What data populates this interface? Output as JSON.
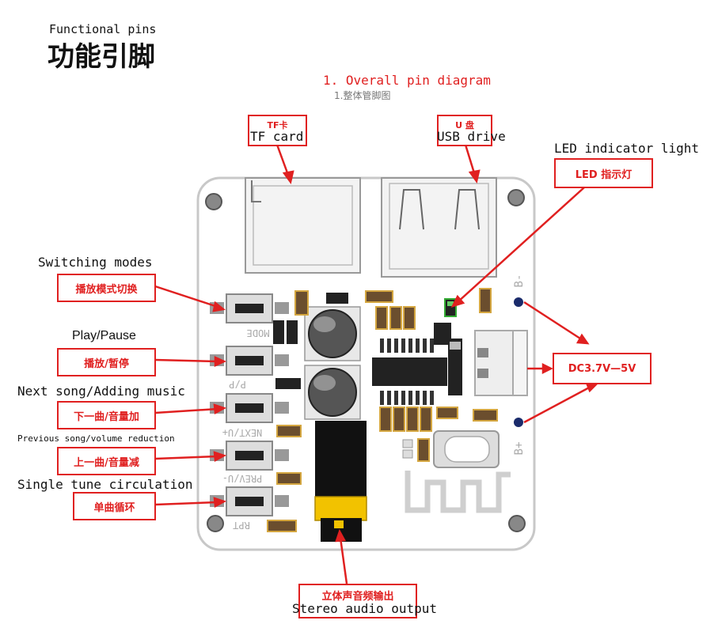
{
  "header": {
    "title_en": "Functional pins",
    "title_cn": "功能引脚"
  },
  "section": {
    "title_en": "1. Overall pin diagram",
    "title_cn": "1.整体管脚图"
  },
  "labels": {
    "tf": {
      "cn": "TF卡",
      "en": "TF card"
    },
    "usb": {
      "cn": "U 盘",
      "en": "USB drive"
    },
    "led": {
      "cn": "LED 指示灯",
      "en": "LED indicator light"
    },
    "mode": {
      "cn": "播放模式切换",
      "en": "Switching modes"
    },
    "play": {
      "cn": "播放/暂停",
      "en": "Play/Pause"
    },
    "next": {
      "cn": "下一曲/音量加",
      "en": "Next song/Adding music"
    },
    "prev": {
      "cn": "上一曲/音量减",
      "en": "Previous song/volume reduction"
    },
    "rpt": {
      "cn": "单曲循环",
      "en": "Single tune circulation"
    },
    "dc": {
      "cn": "DC3.7V—5V"
    },
    "audio": {
      "cn": "立体声音频输出",
      "en": "Stereo audio output"
    }
  },
  "silkscreen": {
    "mode": "MODE",
    "pp": "P/P",
    "next": "NEXT/U+",
    "prev": "PREV/U-",
    "rpt": "RPT",
    "bminus": "B-",
    "bplus": "B+"
  },
  "colors": {
    "accent_red": "#e02020",
    "board": "#ffffff",
    "board_outline": "#bdbdbd",
    "component_brown": "#6b4e2e",
    "jack_yellow": "#f2c200"
  }
}
